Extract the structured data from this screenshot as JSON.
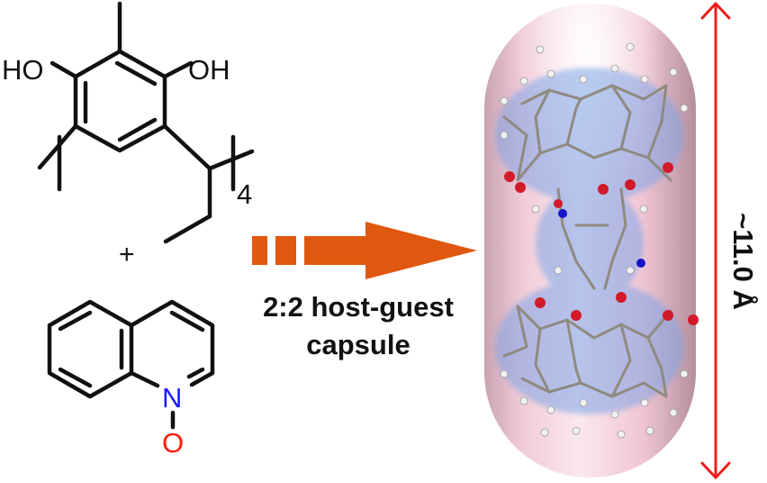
{
  "host": {
    "ho_left": "HO",
    "oh_right": "OH",
    "repeat_subscript": "4"
  },
  "plus": "+",
  "guest": {
    "nitrogen": "N",
    "oxygen": "O"
  },
  "reaction": {
    "label_line1": "2:2 host-guest",
    "label_line2": "capsule"
  },
  "capsule": {
    "height_label": "~11.0 Å"
  },
  "colors": {
    "arrow": "#e0580f",
    "dimension_arrow": "#ee1c1c",
    "nitrogen": "#1a1aff",
    "oxygen": "#ff1a00",
    "capsule_fill": "#f4c9d6",
    "atom_oxygen": "#d11a2a",
    "atom_nitrogen": "#1414c8",
    "bond_gray": "#8f8a80"
  }
}
